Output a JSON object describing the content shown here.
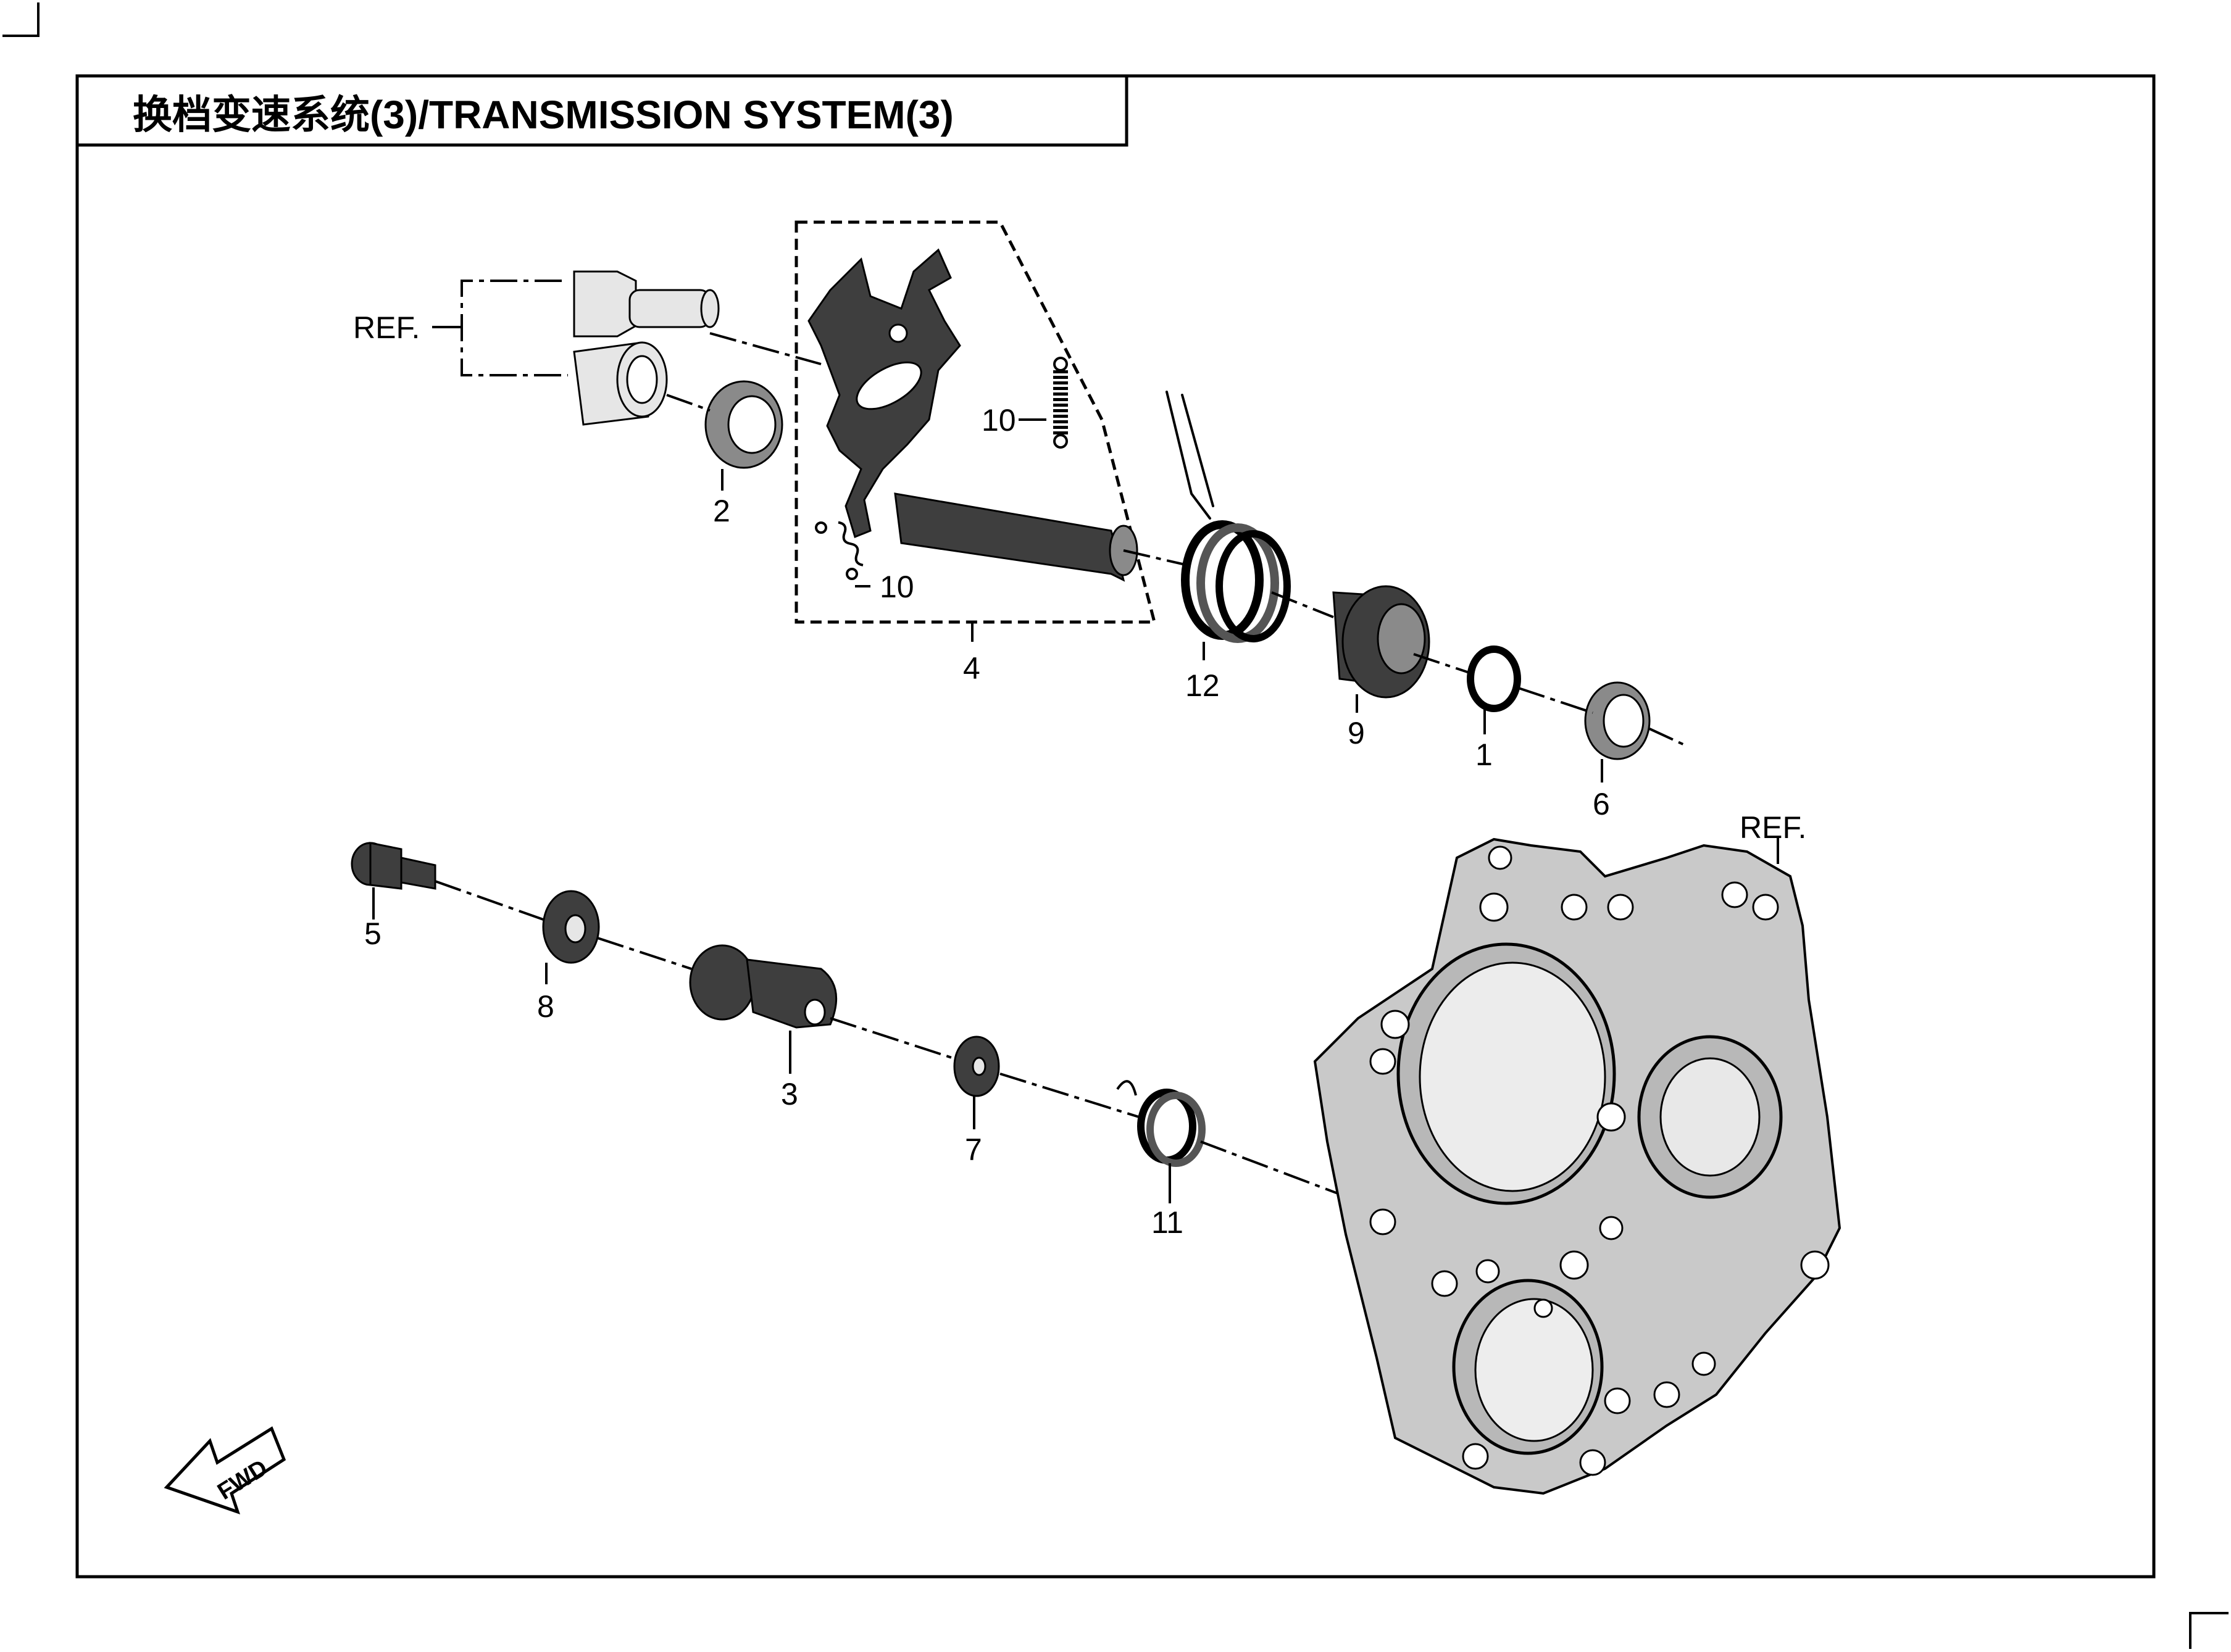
{
  "title": "换档变速系统(3)/TRANSMISSION SYSTEM(3)",
  "ref_labels": [
    "REF.",
    "REF."
  ],
  "callouts": {
    "c1": "1",
    "c2": "2",
    "c3": "3",
    "c4": "4",
    "c5": "5",
    "c6": "6",
    "c7": "7",
    "c8": "8",
    "c9": "9",
    "c10a": "10",
    "c10b": "10",
    "c11": "11",
    "c12": "12"
  },
  "fwd_label": "FWD"
}
